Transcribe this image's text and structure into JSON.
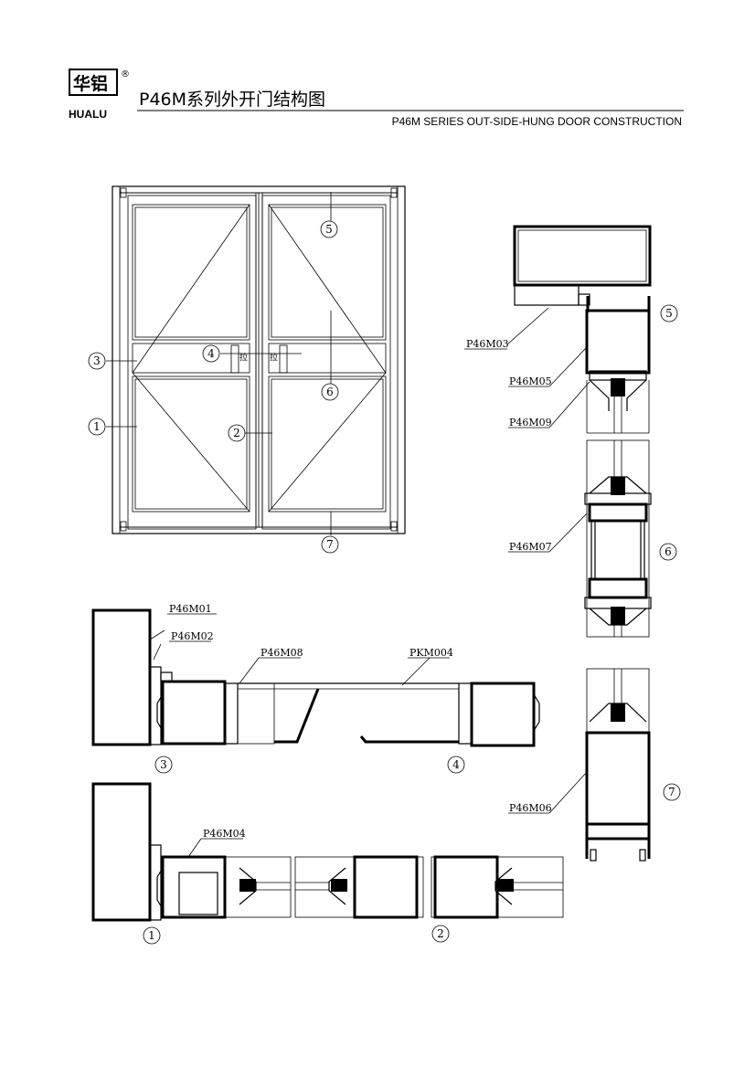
{
  "header": {
    "logo_cn": "华铝",
    "logo_en": "HUALU",
    "registered_mark": "®",
    "title_cn": "P46M系列外开门结构图",
    "title_en": "P46M SERIES OUT-SIDE-HUNG  DOOR CONSTRUCTION"
  },
  "elevation": {
    "callouts": [
      "1",
      "2",
      "3",
      "4",
      "5",
      "6",
      "7"
    ],
    "handle_char": "拉"
  },
  "parts": {
    "p46m01": "P46M01",
    "p46m02": "P46M02",
    "p46m03": "P46M03",
    "p46m04": "P46M04",
    "p46m05": "P46M05",
    "p46m06": "P46M06",
    "p46m07": "P46M07",
    "p46m08": "P46M08",
    "p46m09": "P46M09",
    "pkm004": "PKM004"
  },
  "section_numbers": {
    "s1": "1",
    "s2": "2",
    "s3": "3",
    "s4": "4",
    "s5": "5",
    "s6": "6",
    "s7": "7"
  }
}
